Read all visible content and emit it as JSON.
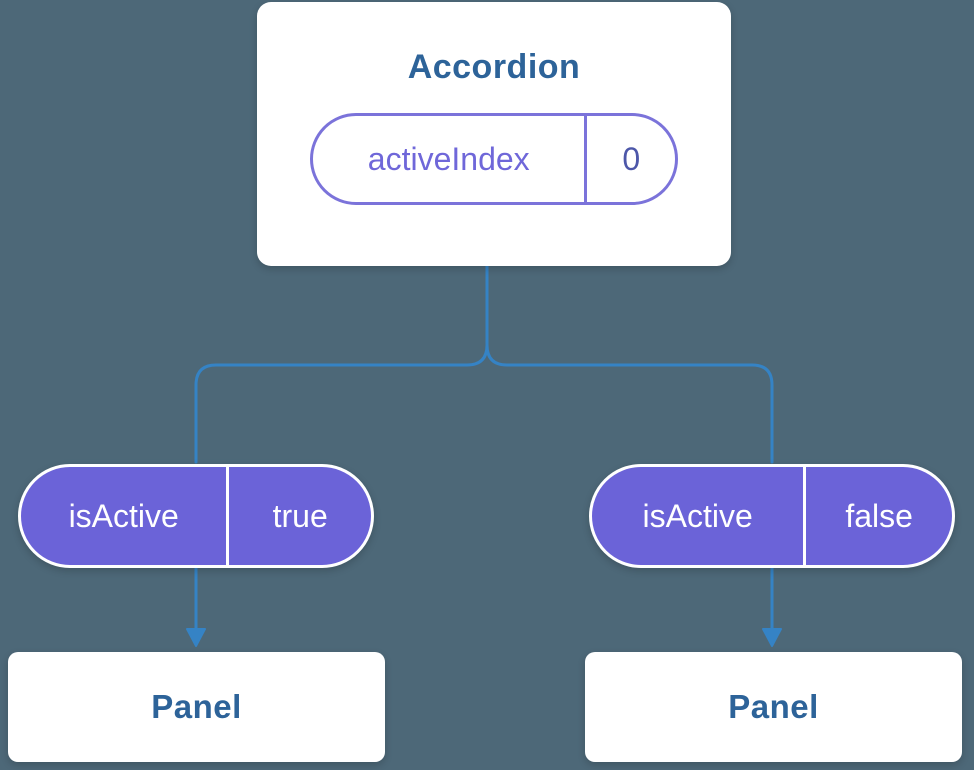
{
  "colors": {
    "bg": "#4d6878",
    "card-bg": "#ffffff",
    "title-text": "#2d6399",
    "panel-text": "#2d6399",
    "pill-purple": "#6b63d8",
    "pill-outline": "#7b73da",
    "pill-text": "#6f67d9",
    "pill-value-text": "#4d57a9",
    "edge": "#3583c5"
  },
  "root": {
    "title": "Accordion",
    "state": {
      "name": "activeIndex",
      "value": "0"
    }
  },
  "children": [
    {
      "prop": {
        "name": "isActive",
        "value": "true"
      },
      "panel_label": "Panel"
    },
    {
      "prop": {
        "name": "isActive",
        "value": "false"
      },
      "panel_label": "Panel"
    }
  ]
}
